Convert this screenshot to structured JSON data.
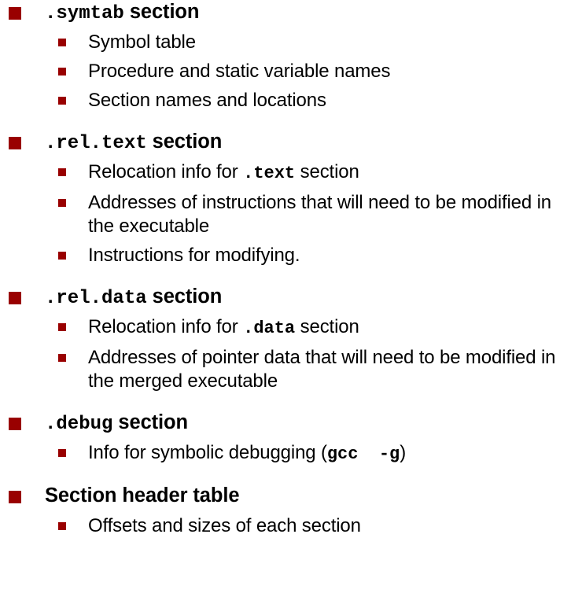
{
  "slide": {
    "background_color": "#ffffff",
    "text_color": "#000000",
    "bullet_color": "#990000"
  },
  "groups": [
    {
      "heading": {
        "mono": ".symtab",
        "rest": " section"
      },
      "items": [
        {
          "text": "Symbol table"
        },
        {
          "text": "Procedure and static variable names"
        },
        {
          "text": "Section names and locations"
        }
      ]
    },
    {
      "heading": {
        "mono": ".rel.text",
        "rest": " section"
      },
      "items": [
        {
          "pre": "Relocation info for ",
          "mono": ".text",
          "post": " section"
        },
        {
          "text": "Addresses of instructions that will need to be modified in the executable"
        },
        {
          "text": "Instructions for modifying."
        }
      ]
    },
    {
      "heading": {
        "mono": ".rel.data",
        "rest": " section"
      },
      "items": [
        {
          "pre": "Relocation info for ",
          "mono": ".data",
          "post": " section"
        },
        {
          "text": "Addresses of pointer data that will need to be modified in the merged executable"
        }
      ]
    },
    {
      "heading": {
        "mono": ".debug",
        "rest": " section"
      },
      "items": [
        {
          "pre": "Info for symbolic debugging (",
          "mono": "gcc  -g",
          "post": ")"
        }
      ]
    },
    {
      "heading": {
        "mono": "",
        "rest": "Section header table"
      },
      "items": [
        {
          "text": "Offsets and sizes of each section"
        }
      ]
    }
  ]
}
